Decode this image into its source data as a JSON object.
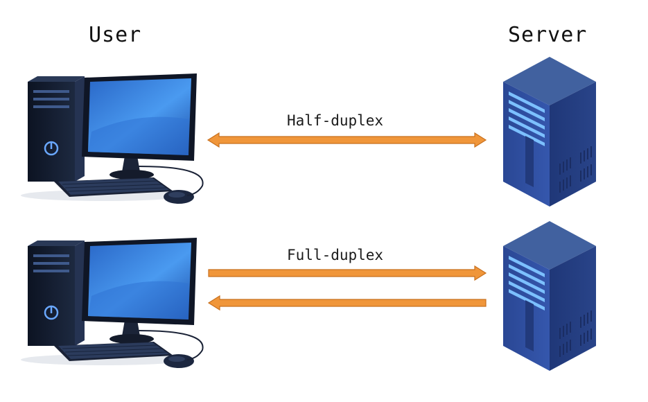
{
  "headings": {
    "user": "User",
    "server": "Server"
  },
  "links": {
    "half_duplex": "Half-duplex",
    "full_duplex": "Full-duplex"
  },
  "icons": [
    "desktop-computer-icon",
    "server-tower-icon"
  ],
  "colors": {
    "arrow_fill": "#F0963A",
    "arrow_stroke": "#C8701E",
    "server_blue": "#2E4A9A",
    "server_light": "#6FB4FF",
    "monitor_screen": "#3F8FE6",
    "case_dark": "#111a2b"
  }
}
